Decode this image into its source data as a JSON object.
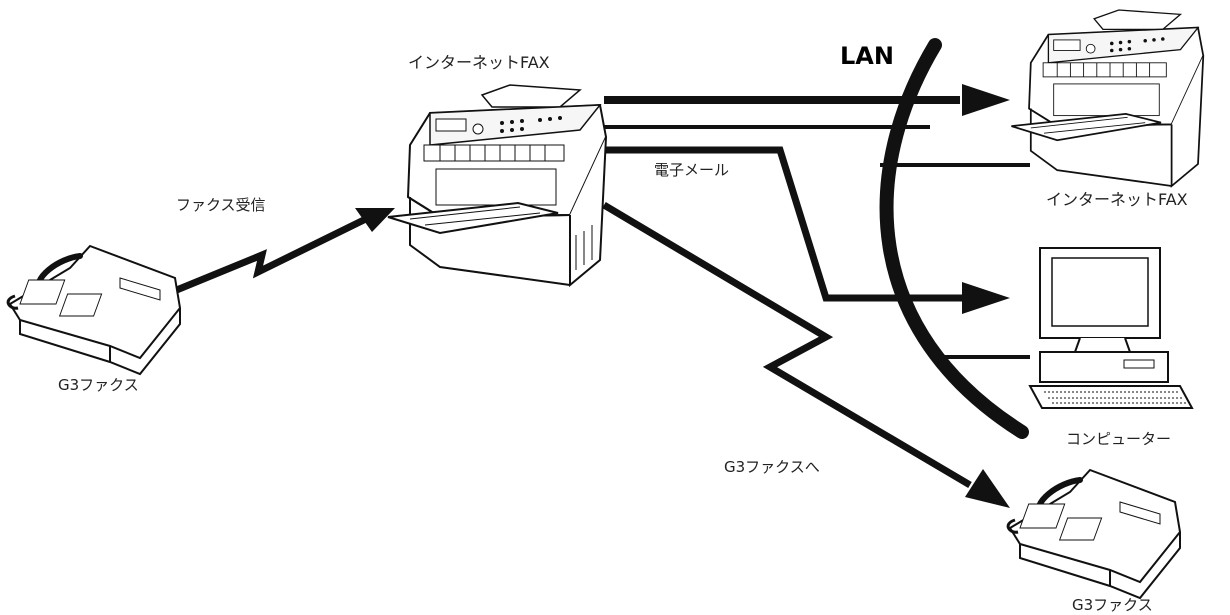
{
  "labels": {
    "lan": "LAN",
    "ifax_source": "インターネットFAX",
    "fax_receive": "ファクス受信",
    "g3_source": "G3ファクス",
    "email": "電子メール",
    "ifax_dest": "インターネットFAX",
    "computer": "コンピューター",
    "to_g3": "G3ファクスへ",
    "g3_dest": "G3ファクス"
  },
  "icons": {
    "source_fax_machine": "internet-fax-machine-icon",
    "dest_fax_machine": "internet-fax-machine-icon",
    "source_phone_fax": "g3-fax-telephone-icon",
    "dest_phone_fax": "g3-fax-telephone-icon",
    "computer": "desktop-computer-icon"
  },
  "colors": {
    "line": "#111111",
    "background": "#ffffff"
  }
}
